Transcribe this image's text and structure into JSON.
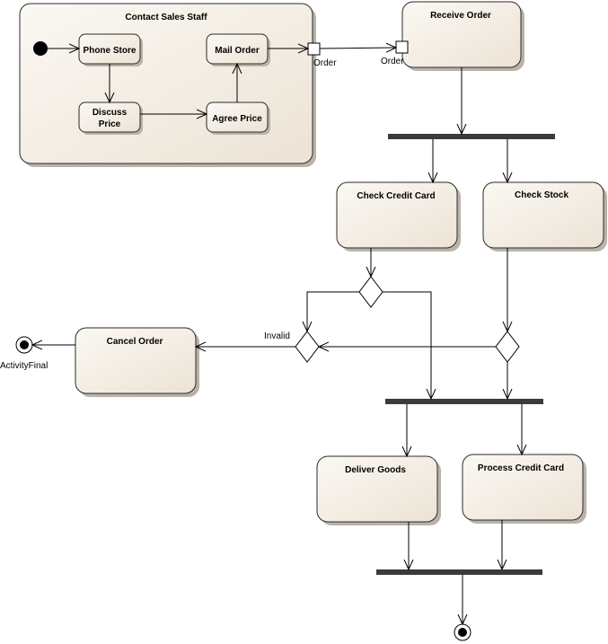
{
  "colors": {
    "node_fill": "#f3ece1",
    "node_stroke": "#2b2b2b",
    "shadow": "#b9b2a8",
    "bar": "#3b3b3b",
    "edge": "#000000"
  },
  "partition": {
    "title": "Contact Sales Staff"
  },
  "actions": {
    "phone_store": "Phone Store",
    "discuss_price_line1": "Discuss",
    "discuss_price_line2": "Price",
    "agree_price": "Agree Price",
    "mail_order": "Mail Order",
    "receive_order": "Receive Order",
    "check_credit_card": "Check Credit Card",
    "check_stock": "Check Stock",
    "cancel_order": "Cancel Order",
    "deliver_goods": "Deliver Goods",
    "process_credit_card": "Process Credit Card"
  },
  "pins": {
    "out_label": "Order",
    "in_label": "Order"
  },
  "guards": {
    "invalid": "Invalid"
  },
  "finals": {
    "activity_final_label": "ActivityFinal"
  }
}
